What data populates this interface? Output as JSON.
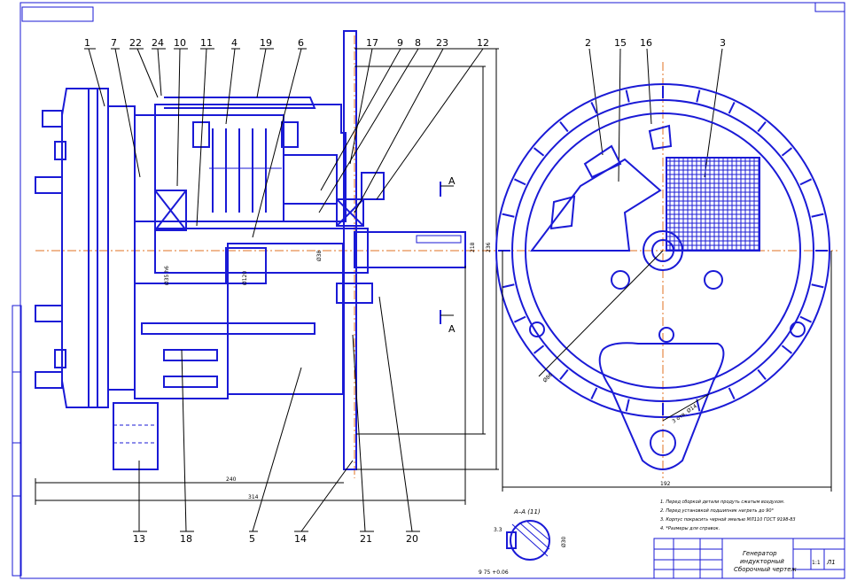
{
  "callouts": [
    "1",
    "7",
    "22",
    "24",
    "10",
    "11",
    "4",
    "19",
    "6",
    "17",
    "9",
    "8",
    "23",
    "12",
    "2",
    "15",
    "16",
    "3",
    "13",
    "18",
    "5",
    "14",
    "21",
    "20"
  ],
  "section_marker": "А",
  "section_title": "А–А (11)",
  "dimensions": {
    "d_shaft": "Ø38",
    "d_bore": "Ø35 h6",
    "d_flange": "Ø120",
    "len_240": "240",
    "len_314": "314",
    "h_218": "218",
    "h_236": "236",
    "w_192": "192",
    "d_86": "Ø86",
    "bolt": "3 отв. Ø14",
    "key": "Ø30",
    "key_w": "9 75 +0.06",
    "key_t": "3.3"
  },
  "notes": [
    "1. Перед сборкой детали продуть сжатым воздухом.",
    "2. Перед установкой подшипник нагреть до 90°",
    "3. Корпус покрасить черной эмалью МЛ110 ГОСТ 9198-83",
    "4. *Размеры для справок."
  ],
  "title_block": {
    "name_line1": "Генератор",
    "name_line2": "индукторный",
    "name_line3": "Сборочный чертеж",
    "sheet": "Л1",
    "scale": "1:1"
  },
  "colors": {
    "outline": "#1a1ad6",
    "axis": "#e07020",
    "frame": "#1a1ad6",
    "text": "#000000"
  }
}
